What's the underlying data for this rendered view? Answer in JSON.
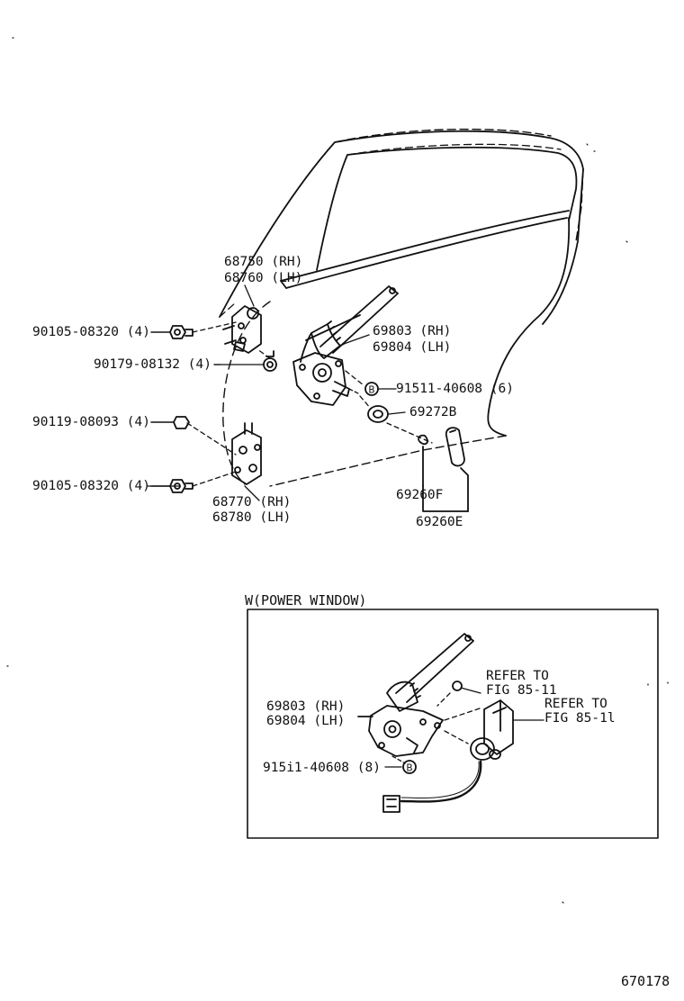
{
  "section_title": "W(POWER WINDOW)",
  "figure_code": "670178",
  "callout_letter": "B",
  "labels": {
    "hinge_upper_rh": "68750 (RH)",
    "hinge_upper_lh": "68760 (LH)",
    "bolt_upper": "90105-08320 (4)",
    "bolt_upper_small": "90179-08132 (4)",
    "bolt_lower_a": "90119-08093 (4)",
    "bolt_lower_b": "90105-08320 (4)",
    "hinge_lower_rh": "68770 (RH)",
    "hinge_lower_lh": "68780 (LH)",
    "regulator_rh": "69803 (RH)",
    "regulator_lh": "69804 (LH)",
    "bolt_b": "91511-40608 (6)",
    "washer": "69272B",
    "handle_f": "69260F",
    "handle_e": "69260E",
    "pw_regulator_rh": "69803 (RH)",
    "pw_regulator_lh": "69804 (LH)",
    "pw_bolt_b": "915i1-40608 (8)",
    "refer1_line1": "REFER TO",
    "refer1_line2": "FIG 85-11",
    "refer2_line1": "REFER TO",
    "refer2_line2": "FIG 85-1l"
  }
}
